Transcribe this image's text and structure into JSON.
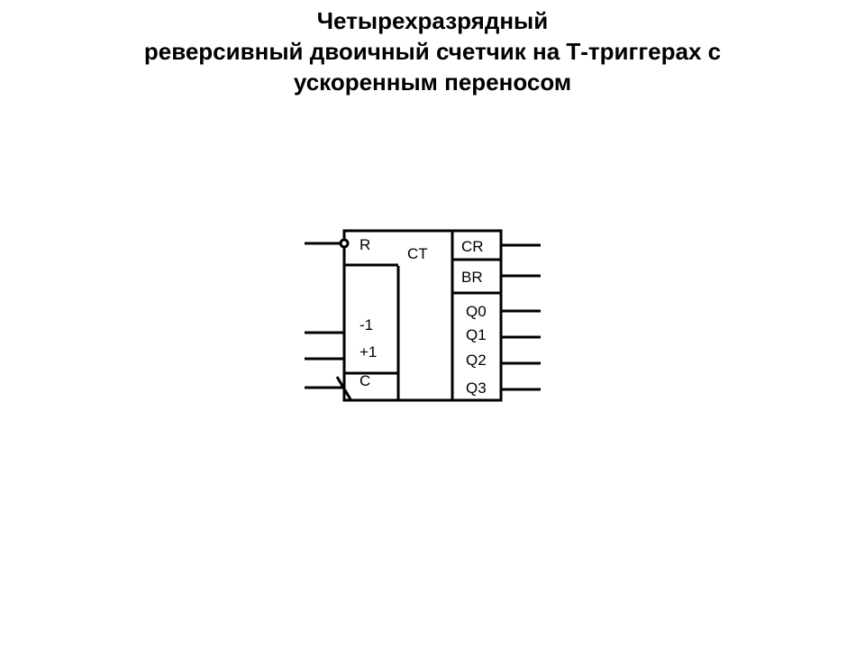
{
  "title": {
    "line1": "Четырехразрядный",
    "line2": "реверсивный двоичный счетчик на Т-триггерах с",
    "line3": "ускоренным переносом"
  },
  "symbol": {
    "function_label": "CT",
    "inputs": {
      "reset": "R",
      "down": "-1",
      "up": "+1",
      "clock": "C"
    },
    "outputs": {
      "carry": "CR",
      "borrow": "BR",
      "q0": "Q0",
      "q1": "Q1",
      "q2": "Q2",
      "q3": "Q3"
    }
  }
}
